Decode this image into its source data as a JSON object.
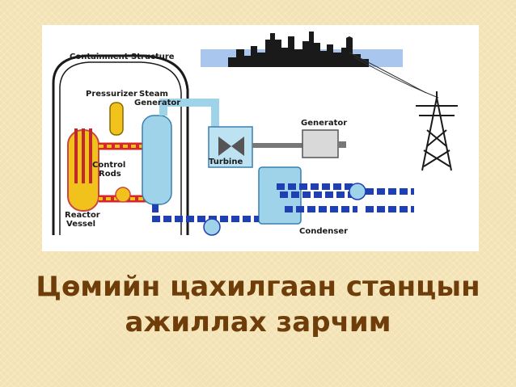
{
  "diagram": {
    "labels": {
      "containment": "Containment Structure",
      "pressurizer": "Pressurizer",
      "steam_line1": "Steam",
      "steam_line2": "Generator",
      "generator": "Generator",
      "turbine": "Turbine",
      "control_line1": "Control",
      "control_line2": "Rods",
      "reactor_line1": "Reactor",
      "reactor_line2": "Vessel",
      "condenser": "Condenser"
    },
    "colors": {
      "hot_loop": "#d8272a",
      "hot_loop_fill": "#f2c21c",
      "cold_water": "#1f3fb5",
      "light_water": "#9fd3ea",
      "steam": "#bde3f2",
      "sky": "#a9c6ee",
      "city": "#1a1a1a"
    }
  },
  "title": {
    "line1": "Цөмийн цахилгаан станцын",
    "line2": "ажиллах зарчим"
  }
}
